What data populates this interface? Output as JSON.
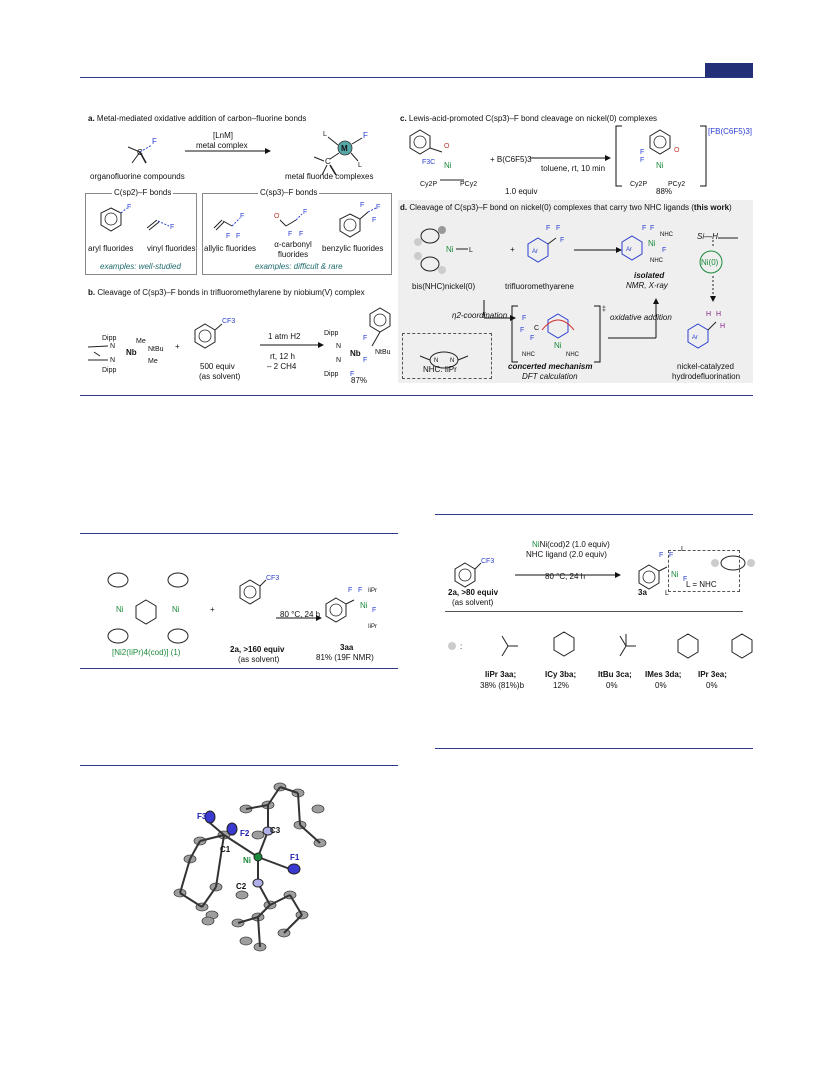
{
  "colors": {
    "rule": "#2e3a87",
    "tab": "#233078",
    "nickel": "#1b8a3b",
    "fluorine": "#2b3fd1",
    "examples": "#1f6b6b",
    "panel_d_bg": "#efefef"
  },
  "panel_a": {
    "title_letter": "a.",
    "title_text": "Metal-mediated oxidative addition of carbon–fluorine bonds",
    "reagent": "[LnM]",
    "reagent_sub": "metal complex",
    "left_label": "organofluorine compounds",
    "right_label": "metal fluoride complexes",
    "sp2_header": "C(sp2)–F bonds",
    "sp3_header": "C(sp3)–F bonds",
    "sp2_items": [
      "aryl fluorides",
      "vinyl fluorides"
    ],
    "sp3_items": [
      "allylic fluorides",
      "α-carbonyl fluorides",
      "benzylic fluorides"
    ],
    "sp2_examples": "examples: well-studied",
    "sp3_examples": "examples: difficult & rare"
  },
  "panel_b": {
    "title_letter": "b.",
    "title_text": "Cleavage of C(sp3)–F bonds in trifluoromethylarene by niobium(V) complex",
    "plus": "+",
    "reagent_equiv": "500 equiv",
    "reagent_note": "(as solvent)",
    "cond_1": "1 atm H2",
    "cond_2": "rt, 12 h",
    "cond_3": "– 2 CH4",
    "yield": "87%"
  },
  "panel_c": {
    "title_letter": "c.",
    "title_text": "Lewis-acid-promoted C(sp3)–F bond cleavage on nickel(0) complexes",
    "reagent": "+ B(C6F5)3",
    "conditions": "toluene, rt, 10 min",
    "equiv": "1.0 equiv",
    "counterion": "[FB(C6F5)3]",
    "yield": "88%"
  },
  "panel_d": {
    "title_letter": "d.",
    "title_text": "Cleavage of C(sp3)–F bond on nickel(0) complexes that carry two NHC ligands (",
    "title_bold": "this work",
    "title_end": ")",
    "left_label": "bis(NHC)nickel(0)",
    "middle_label": "trifluoromethyarene",
    "isolated": "isolated",
    "isolated_note": "NMR, X-ray",
    "silane": "Si—H",
    "ni0": "Ni(0)",
    "eta2": "η2-coordination",
    "ox_add": "oxidative addition",
    "mechanism": "concerted mechanism",
    "dft": "DFT calculation",
    "nhc_label": "NHC: IiPr",
    "product_label_1": "nickel-catalyzed",
    "product_label_2": "hydrodefluorination"
  },
  "scheme_left": {
    "complex_label": "[Ni2(IiPr)4(cod)] (1)",
    "plus": "+",
    "reagent_label": "2a, >160 equiv",
    "reagent_note": "(as solvent)",
    "conditions": "80 °C, 24 h",
    "product_id": "3aa",
    "yield": "81% (19F NMR)"
  },
  "scheme_right": {
    "cond_1": "Ni(cod)2 (1.0 equiv)",
    "cond_2": "NHC ligand (2.0 equiv)",
    "cond_3": "80 °C, 24 h",
    "reagent_label": "2a, >80 equiv",
    "reagent_note": "(as solvent)",
    "product_id": "3a",
    "l_eq": "L = NHC",
    "ligands": [
      {
        "name": "IiPr 3aa;",
        "yield": "38% (81%)b"
      },
      {
        "name": "ICy 3ba;",
        "yield": "12%"
      },
      {
        "name": "ItBu 3ca;",
        "yield": "0%"
      },
      {
        "name": "IMes 3da;",
        "yield": "0%"
      },
      {
        "name": "IPr 3ea;",
        "yield": "0%"
      }
    ]
  },
  "ortep": {
    "labels": [
      "F3",
      "F2",
      "C1",
      "C3",
      "Ni",
      "F1",
      "C2"
    ]
  }
}
